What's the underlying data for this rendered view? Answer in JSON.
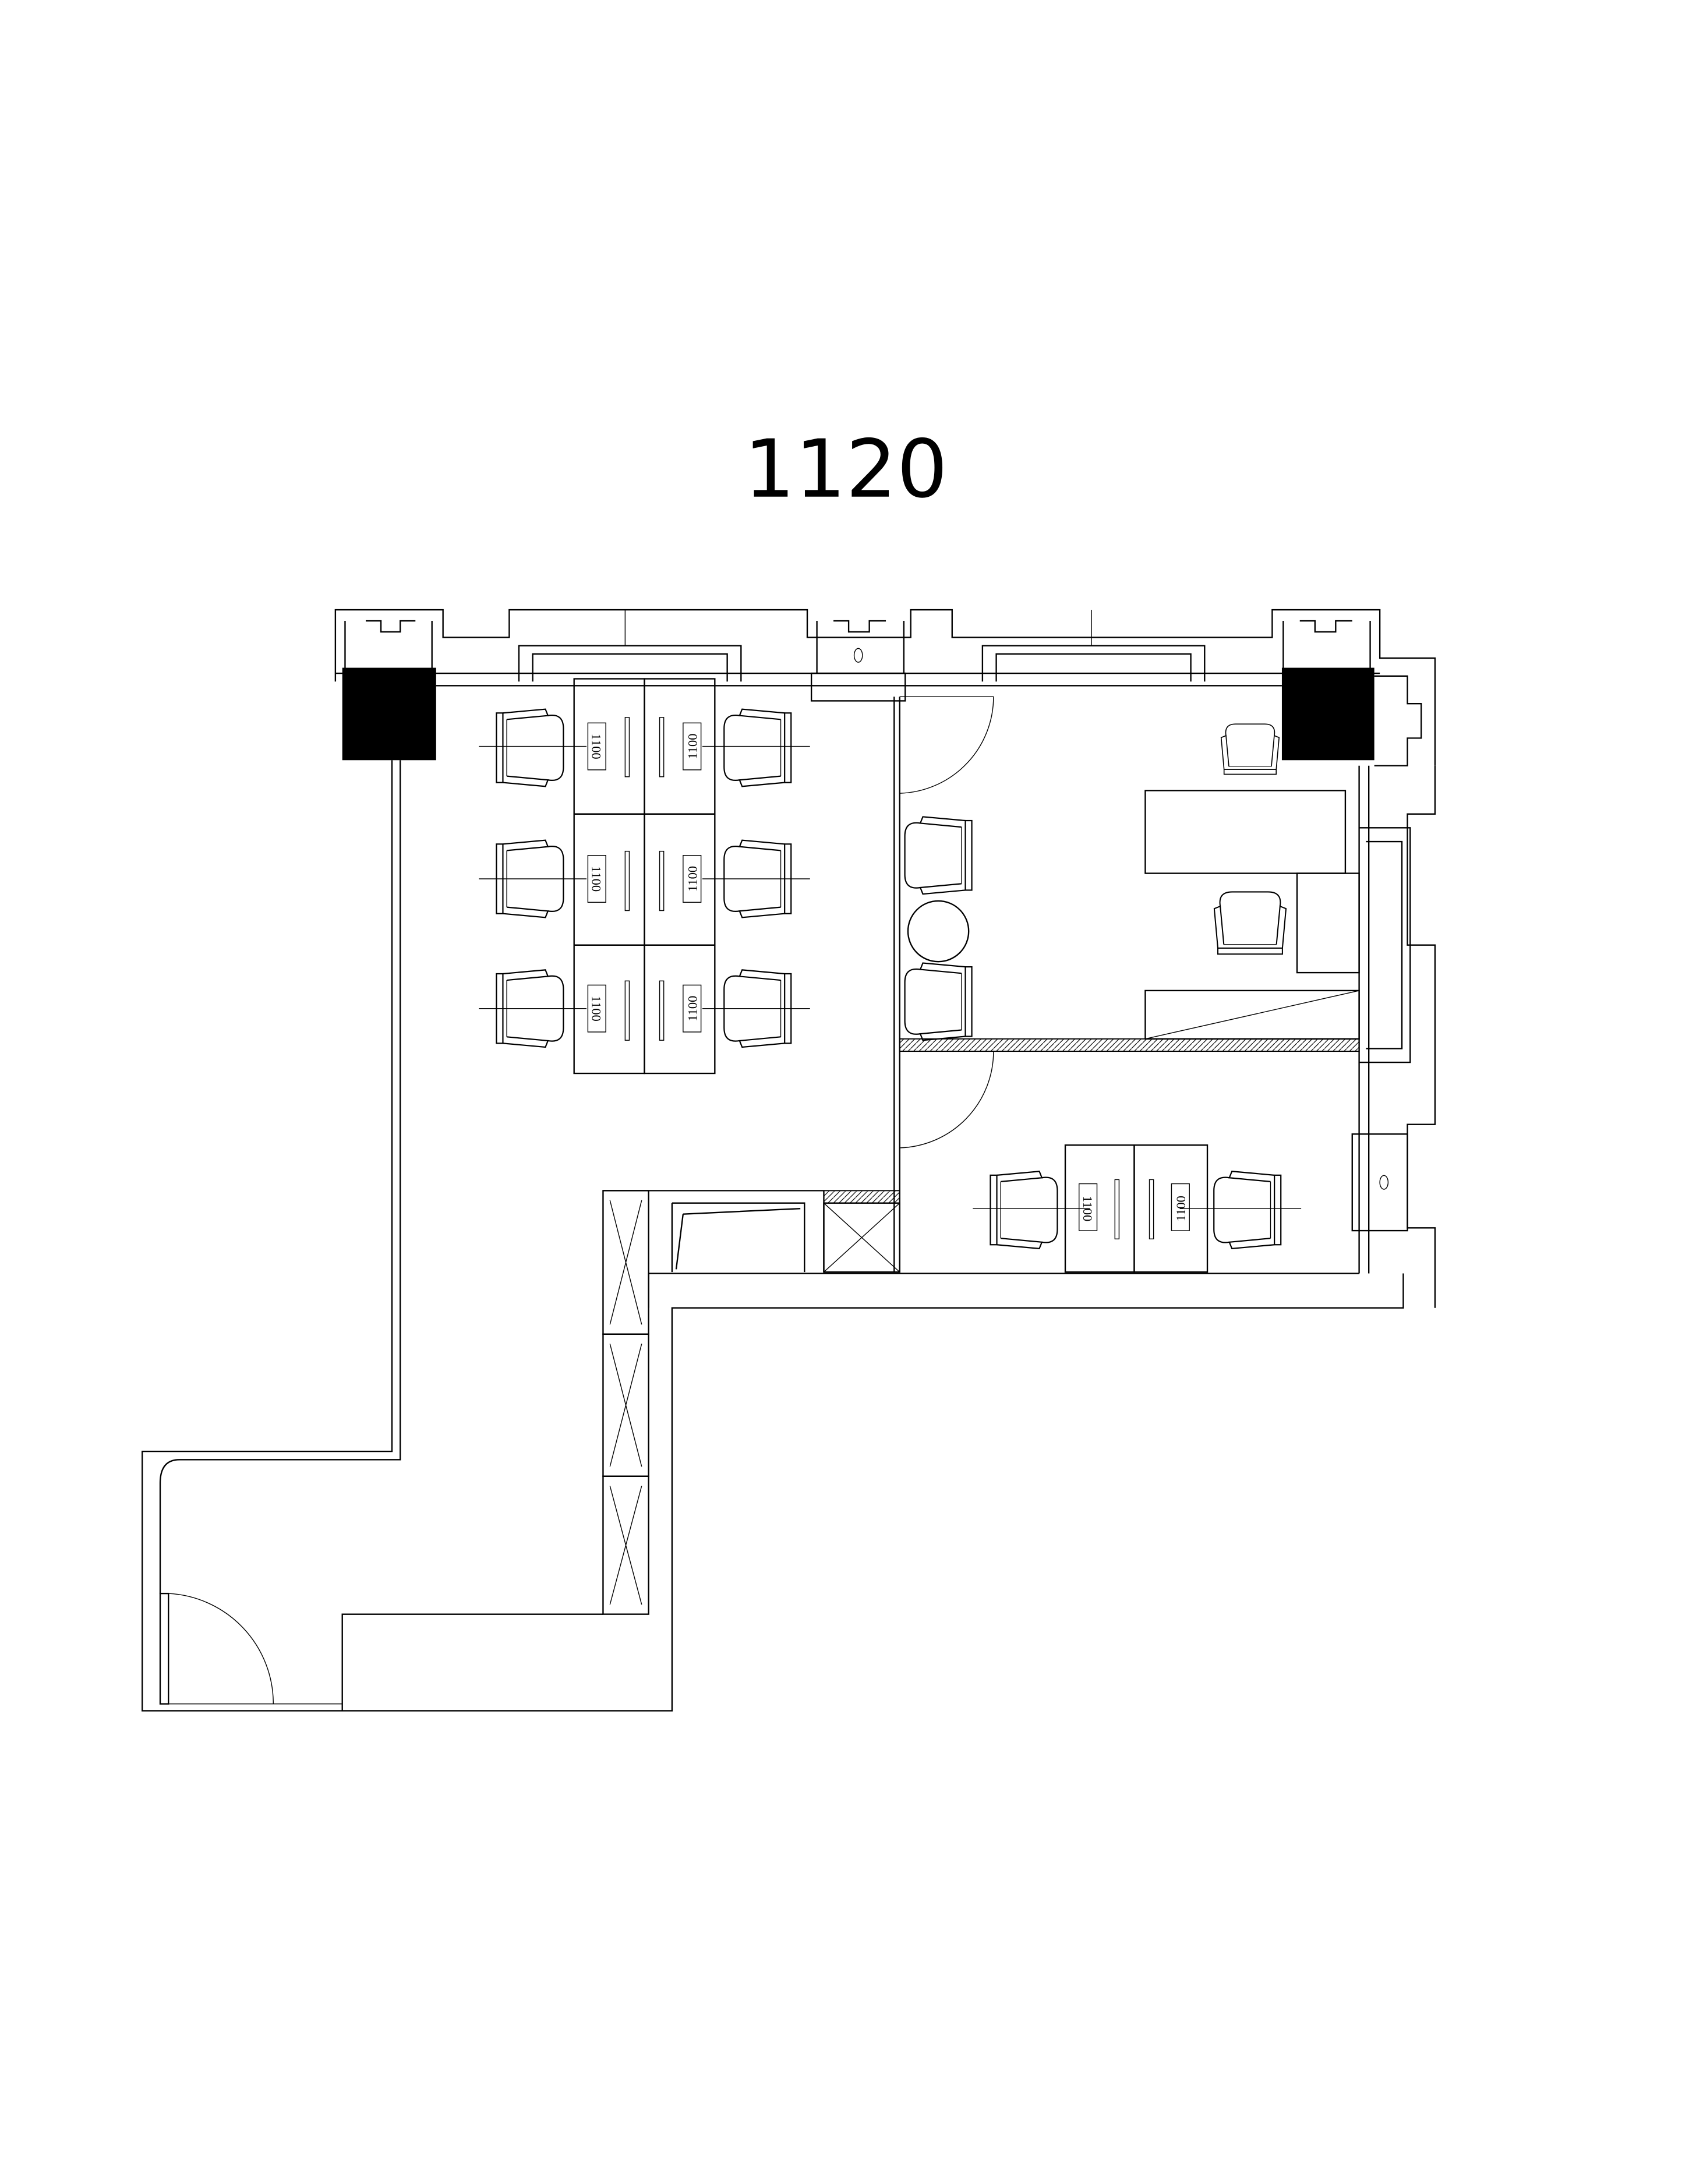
{
  "title": "1120",
  "desk_labels": [
    "1100",
    "1100",
    "1100",
    "1100",
    "1100",
    "1100",
    "1100",
    "1100"
  ],
  "colors": {
    "line": "#000000",
    "column": "#000000",
    "background": "#ffffff"
  }
}
